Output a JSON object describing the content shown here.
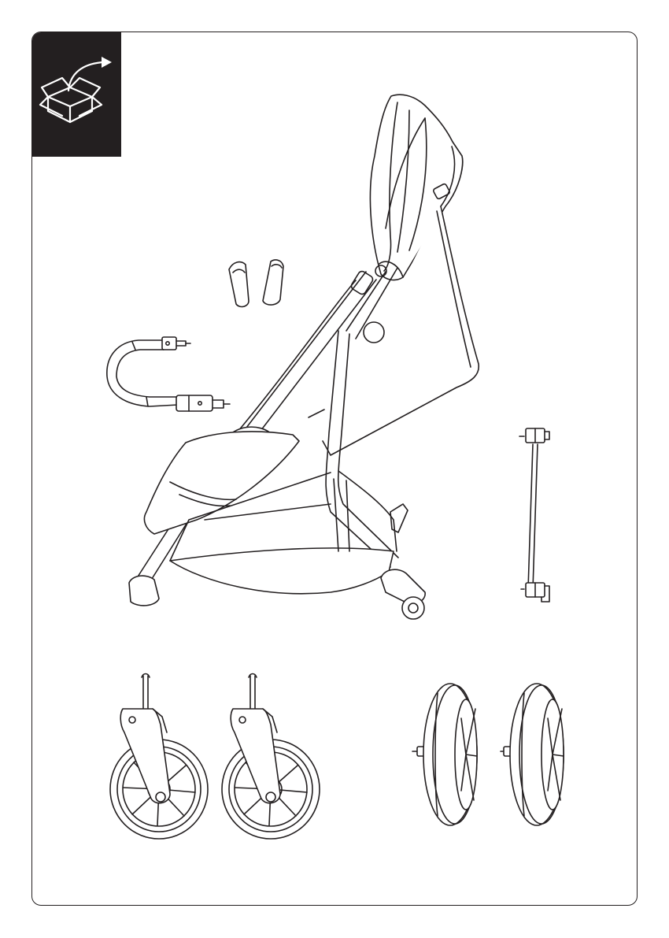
{
  "page": {
    "type": "assembly-instruction-page",
    "section_icon": "unbox-icon",
    "colors": {
      "ink": "#231f20",
      "paper": "#ffffff",
      "badge": "#231f20"
    }
  },
  "contents": [
    {
      "part": "stroller-frame-with-seat",
      "icon": "stroller-frame-icon",
      "quantity": 1
    },
    {
      "part": "armrest-caps",
      "icon": "armrest-caps-icon",
      "quantity": 2
    },
    {
      "part": "bumper-bar",
      "icon": "bumper-bar-icon",
      "quantity": 1
    },
    {
      "part": "rear-axle",
      "icon": "rear-axle-icon",
      "quantity": 1
    },
    {
      "part": "front-swivel-wheels",
      "icon": "front-wheel-icon",
      "quantity": 2
    },
    {
      "part": "rear-wheels",
      "icon": "rear-wheel-icon",
      "quantity": 2
    }
  ]
}
